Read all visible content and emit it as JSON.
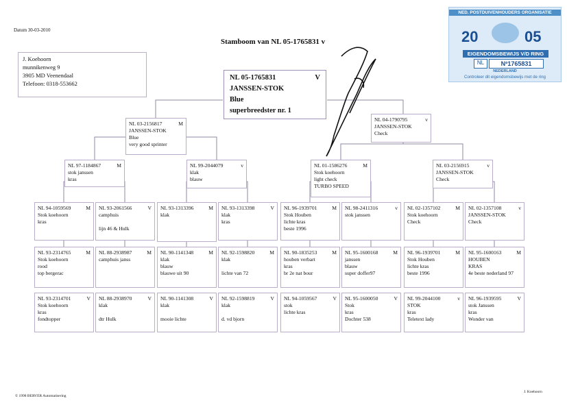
{
  "date": "Datum  30-03-2010",
  "title": "Stamboom van NL 05-1765831 v",
  "owner": {
    "name": "J. Koehoorn",
    "street": "munnikenweg  9",
    "city": "3905 MD  Veenendaal",
    "phone": "Telefoon:   0318-553662"
  },
  "certificate": {
    "org": "NED. POSTDUIVENHOUDERS ORGANISATIE",
    "year_a": "20",
    "year_b": "05",
    "ring_label": "EIGENDOMSBEWIJS V/D RING",
    "country": "NL",
    "ring_number": "Nº1765831",
    "region": "NEDERLAND",
    "control": "Controleer dit eigendomsbewijs met de ring"
  },
  "main_bird": {
    "ring": "NL   05-1765831",
    "sex": "V",
    "line1": "JANSSEN-STOK",
    "line2": "Blue",
    "line3": "superbreedster nr. 1"
  },
  "gen1": [
    {
      "ring": "NL 03-2156817",
      "sex": "M",
      "lines": [
        "JANSSEN-STOK",
        "Blue",
        "very good sprinter"
      ]
    },
    {
      "ring": "NL 04-1790795",
      "sex": "v",
      "lines": [
        "JANSSEN-STOK",
        "Check"
      ]
    }
  ],
  "gen2": [
    {
      "ring": "NL 97-1184867",
      "sex": "M",
      "lines": [
        "stok janssen",
        "kras"
      ]
    },
    {
      "ring": "NL 99-2044079",
      "sex": "v",
      "lines": [
        "klak",
        "blauw"
      ]
    },
    {
      "ring": "NL 01-1586276",
      "sex": "M",
      "lines": [
        "Stok koehoorn",
        "light check",
        "TURBO SPEED"
      ]
    },
    {
      "ring": "NL 03-2156915",
      "sex": "v",
      "lines": [
        "JANSSEN-STOK",
        "Check"
      ]
    }
  ],
  "gen3": [
    {
      "ring": "NL 94-1059569",
      "sex": "M",
      "lines": [
        "Stok koehoorn",
        "kras"
      ]
    },
    {
      "ring": "NL 93-2061566",
      "sex": "V",
      "lines": [
        "camphuis",
        "",
        "lijn 46 & Hulk"
      ]
    },
    {
      "ring": "NL 93-1313396",
      "sex": "M",
      "lines": [
        "klak"
      ]
    },
    {
      "ring": "NL 93-1313398",
      "sex": "V",
      "lines": [
        "klak",
        "kras"
      ]
    },
    {
      "ring": "NL 96-1939701",
      "sex": "M",
      "lines": [
        "Stok Houben",
        "lichte kras",
        "beste 1996"
      ]
    },
    {
      "ring": "NL 98-2411316",
      "sex": "v",
      "lines": [
        "stok janssen"
      ]
    },
    {
      "ring": "NL 02-1357102",
      "sex": "M",
      "lines": [
        "Stok koehoorn",
        "Check"
      ]
    },
    {
      "ring": "NL 02-1357108",
      "sex": "v",
      "lines": [
        "JANSSEN-STOK",
        "Check"
      ]
    }
  ],
  "gen4a": [
    {
      "ring": "NL 93-2314765",
      "sex": "M",
      "lines": [
        "Stok koehoorn",
        "rood",
        "top bergerac"
      ]
    },
    {
      "ring": "NL 88-2938987",
      "sex": "M",
      "lines": [
        "camphuis janss"
      ]
    },
    {
      "ring": "NL 90-1141348",
      "sex": "M",
      "lines": [
        "klak",
        "blauw",
        "blauwe uit 90"
      ]
    },
    {
      "ring": "NL 92-1598820",
      "sex": "M",
      "lines": [
        "klak",
        "",
        "lichte van 72"
      ]
    },
    {
      "ring": "NL 90-1835253",
      "sex": "M",
      "lines": [
        "houben verbart",
        "kras",
        "br 2e nat bour"
      ]
    },
    {
      "ring": "NL 95-1600168",
      "sex": "M",
      "lines": [
        "janssen",
        "blauw",
        "super doffer97"
      ]
    },
    {
      "ring": "NL 96-1939701",
      "sex": "M",
      "lines": [
        "Stok Houben",
        "lichte kras",
        "beste 1996"
      ]
    },
    {
      "ring": "NL 95-1600163",
      "sex": "M",
      "lines": [
        "HOUBEN",
        "KRAS",
        "4e beste nederland 97"
      ]
    }
  ],
  "gen4b": [
    {
      "ring": "NL 93-2314701",
      "sex": "V",
      "lines": [
        "Stok koehoorn",
        "kras",
        "fondtopper"
      ]
    },
    {
      "ring": "NL 88-2938970",
      "sex": "V",
      "lines": [
        "klak",
        "",
        "dtr Hulk"
      ]
    },
    {
      "ring": "NL 90-1141308",
      "sex": "V",
      "lines": [
        "klak",
        "",
        "mooie lichte"
      ]
    },
    {
      "ring": "NL 92-1598819",
      "sex": "V",
      "lines": [
        "klak",
        "",
        "d. vd bjorn"
      ]
    },
    {
      "ring": "NL 94-1059567",
      "sex": "V",
      "lines": [
        "stok",
        "lichte kras"
      ]
    },
    {
      "ring": "NL 95-1600050",
      "sex": "V",
      "lines": [
        "Stok",
        "kras",
        "Dochter 538"
      ]
    },
    {
      "ring": "NL 99-2044100",
      "sex": "v",
      "lines": [
        "STOK",
        "kras",
        "Teletext  lady"
      ]
    },
    {
      "ring": "NL 96-1939595",
      "sex": "V",
      "lines": [
        "stok Janssen",
        "kras",
        "Wonder van"
      ]
    }
  ],
  "footer": {
    "copyright": "© 1998 BERVER Automatisering",
    "signature": "J. Koehoorn"
  }
}
